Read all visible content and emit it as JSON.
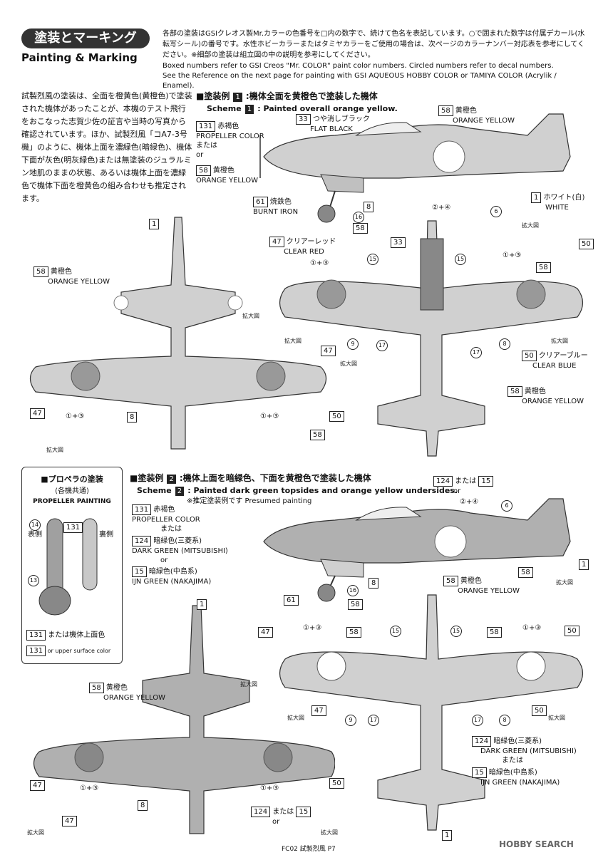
{
  "header": {
    "title_jp": "塗装とマーキング",
    "title_en": "Painting & Marking",
    "intro_jp": "各部の塗装はGSIクレオス製Mr.カラーの色番号を□内の数字で、続けて色名を表記しています。○で囲まれた数字は付属デカール(水転写シール)の番号です。水性ホビーカラーまたはタミヤカラーをご使用の場合は、次ページのカラーナンバー対応表を参考にしてください。※細部の塗装は組立図の中の説明を参考にしてください。",
    "intro_en_1": "Boxed numbers refer to GSI Creos \"Mr. COLOR\" paint color numbers. Circled numbers refer to decal numbers.",
    "intro_en_2": "See the Reference on the next page for painting with GSI AQUEOUS HOBBY COLOR or TAMIYA COLOR (Acrylik / Enamel)."
  },
  "description": "試製烈風の塗装は、全面を橙黄色(黄橙色)で塗装された機体があったことが、本機のテスト飛行をおこなった志賀少佐の証言や当時の写真から確認されています。ほか、試製烈風「コA7-3号機」のように、機体上面を濃緑色(暗緑色)、機体下面が灰色(明灰緑色)または無塗装のジュラルミン地肌のままの状態、あるいは機体上面を濃緑色で機体下面を橙黄色の組み合わせも推定されます。",
  "scheme1": {
    "title_prefix": "■塗装例",
    "num": "1",
    "title_jp": ":機体全面を黄橙色で塗装した機体",
    "title_en_prefix": "Scheme",
    "title_en": ": Painted overall orange yellow.",
    "labels": {
      "c131": "131",
      "c131_jp": "赤褐色",
      "c131_en": "PROPELLER COLOR",
      "or_jp": "または",
      "or_en": "or",
      "c58": "58",
      "c58_jp": "黄橙色",
      "c58_en": "ORANGE YELLOW",
      "c61": "61",
      "c61_jp": "焼鉄色",
      "c61_en": "BURNT IRON",
      "c33": "33",
      "c33_jp": "つや消しブラック",
      "c33_en": "FLAT BLACK",
      "c1": "1",
      "c1_jp": "ホワイト(白)",
      "c1_en": "WHITE",
      "c47": "47",
      "c47_jp": "クリアーレッド",
      "c47_en": "CLEAR RED",
      "c50": "50",
      "c50_jp": "クリアーブルー",
      "c50_en": "CLEAR BLUE",
      "d2_4": "②+④",
      "d1_3": "①+③",
      "d8": "8",
      "d16": "16",
      "d15": "15",
      "d9": "9",
      "d17": "17",
      "d6": "6",
      "zoom": "拡大図"
    }
  },
  "scheme2": {
    "title_prefix": "■塗装例",
    "num": "2",
    "title_jp": ":機体上面を暗緑色、下面を黄橙色で塗装した機体",
    "title_en_prefix": "Scheme",
    "title_en": ": Painted dark green topsides and orange yellow undersides.",
    "presumed": "※推定塗装例です Presumed painting",
    "labels": {
      "c131_jp": "赤褐色",
      "c131_en": "PROPELLER COLOR",
      "or_jp": "または",
      "c124": "124",
      "c124_jp": "暗緑色(三菱系)",
      "c124_en": "DARK GREEN (MITSUBISHI)",
      "c15": "15",
      "c15_jp": "暗緑色(中島系)",
      "c15_en": "IJN GREEN (NAKAJIMA)",
      "or_en": "or",
      "c124_or": "124 または 15 or"
    }
  },
  "propeller": {
    "title_jp": "■プロペラの塗装",
    "title_jp2": "(各機共通)",
    "title_en": "PROPELLER PAINTING",
    "front": "表側",
    "back": "裏側",
    "c131_upper_jp": "または機体上面色",
    "c131_upper_en": "or upper surface color",
    "d14": "14",
    "d13": "13"
  },
  "footer": "FC02 試製烈風 P7",
  "watermark": "HOBBY SEARCH",
  "colors": {
    "orange": "#c9c9c9",
    "green": "#9a9a9a",
    "hinomaru": "#8a8a8a"
  }
}
